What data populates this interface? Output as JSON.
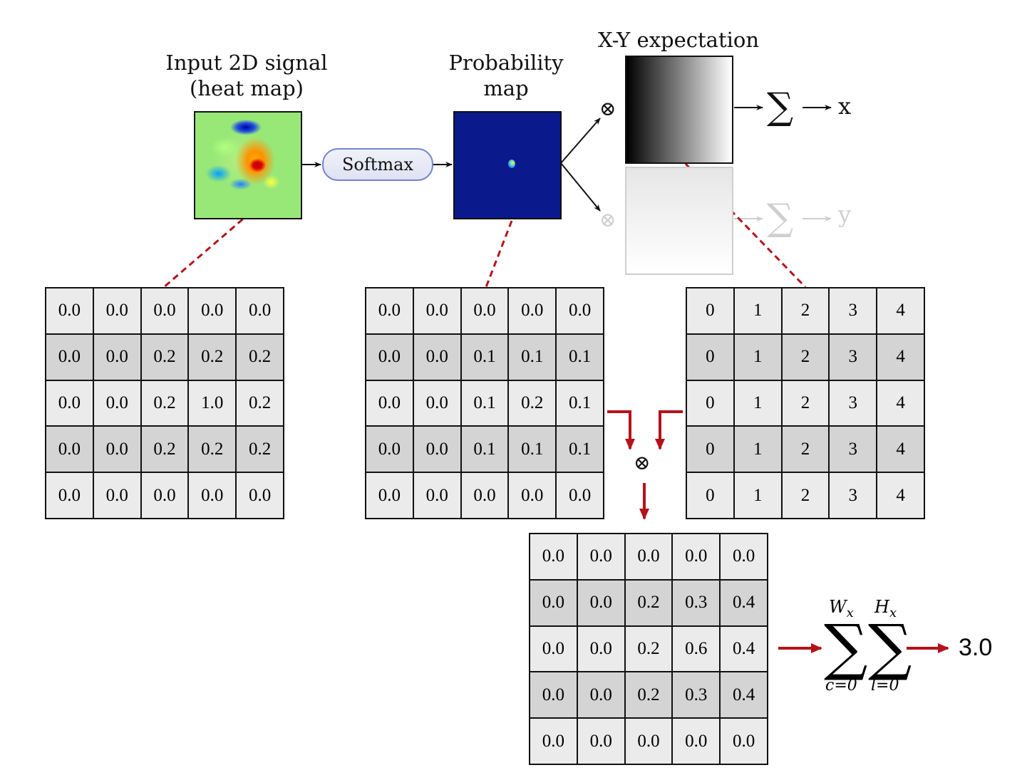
{
  "labels": {
    "input_title_1": "Input 2D signal",
    "input_title_2": "(heat map)",
    "prob_title_1": "Probability",
    "prob_title_2": "map",
    "expect_title": "X-Y expectation",
    "softmax": "Softmax",
    "x_out": "x",
    "y_out": "y",
    "sum_symbol": "∑",
    "otimes": "⊗",
    "result": "3.0",
    "wx": "W",
    "wx_sub": "x",
    "hx": "H",
    "hx_sub": "x",
    "c_idx": "c=0",
    "l_idx": "l=0"
  },
  "colors": {
    "red_arrow": "#b5121b",
    "dashed_line": "#b5121b",
    "softmax_border": "#7383d0",
    "faded": "#cfcfcf"
  },
  "grids": {
    "heatmap_grid": [
      [
        "0.0",
        "0.0",
        "0.0",
        "0.0",
        "0.0"
      ],
      [
        "0.0",
        "0.0",
        "0.2",
        "0.2",
        "0.2"
      ],
      [
        "0.0",
        "0.0",
        "0.2",
        "1.0",
        "0.2"
      ],
      [
        "0.0",
        "0.0",
        "0.2",
        "0.2",
        "0.2"
      ],
      [
        "0.0",
        "0.0",
        "0.0",
        "0.0",
        "0.0"
      ]
    ],
    "prob_grid": [
      [
        "0.0",
        "0.0",
        "0.0",
        "0.0",
        "0.0"
      ],
      [
        "0.0",
        "0.0",
        "0.1",
        "0.1",
        "0.1"
      ],
      [
        "0.0",
        "0.0",
        "0.1",
        "0.2",
        "0.1"
      ],
      [
        "0.0",
        "0.0",
        "0.1",
        "0.1",
        "0.1"
      ],
      [
        "0.0",
        "0.0",
        "0.0",
        "0.0",
        "0.0"
      ]
    ],
    "index_grid": [
      [
        "0",
        "1",
        "2",
        "3",
        "4"
      ],
      [
        "0",
        "1",
        "2",
        "3",
        "4"
      ],
      [
        "0",
        "1",
        "2",
        "3",
        "4"
      ],
      [
        "0",
        "1",
        "2",
        "3",
        "4"
      ],
      [
        "0",
        "1",
        "2",
        "3",
        "4"
      ]
    ],
    "product_grid": [
      [
        "0.0",
        "0.0",
        "0.0",
        "0.0",
        "0.0"
      ],
      [
        "0.0",
        "0.0",
        "0.2",
        "0.3",
        "0.4"
      ],
      [
        "0.0",
        "0.0",
        "0.2",
        "0.6",
        "0.4"
      ],
      [
        "0.0",
        "0.0",
        "0.2",
        "0.3",
        "0.4"
      ],
      [
        "0.0",
        "0.0",
        "0.0",
        "0.0",
        "0.0"
      ]
    ]
  }
}
